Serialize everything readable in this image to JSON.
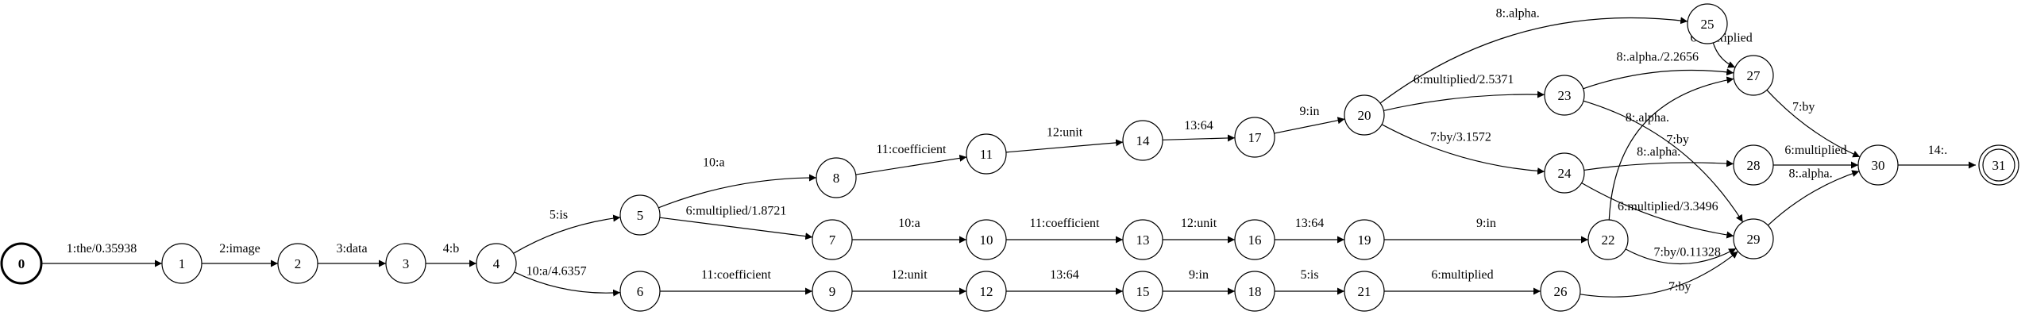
{
  "diagram": {
    "type": "lattice",
    "start_state": "0",
    "final_states": [
      "31"
    ],
    "states": [
      "0",
      "1",
      "2",
      "3",
      "4",
      "5",
      "6",
      "7",
      "8",
      "9",
      "10",
      "11",
      "12",
      "13",
      "14",
      "15",
      "16",
      "17",
      "18",
      "19",
      "20",
      "21",
      "22",
      "23",
      "24",
      "25",
      "26",
      "27",
      "28",
      "29",
      "30",
      "31"
    ],
    "transitions": [
      {
        "from": "0",
        "to": "1",
        "label": "1:the/0.35938"
      },
      {
        "from": "1",
        "to": "2",
        "label": "2:image"
      },
      {
        "from": "2",
        "to": "3",
        "label": "3:data"
      },
      {
        "from": "3",
        "to": "4",
        "label": "4:b"
      },
      {
        "from": "4",
        "to": "5",
        "label": "5:is"
      },
      {
        "from": "4",
        "to": "6",
        "label": "10:a/4.6357"
      },
      {
        "from": "5",
        "to": "8",
        "label": "10:a"
      },
      {
        "from": "5",
        "to": "7",
        "label": "6:multiplied/1.8721"
      },
      {
        "from": "6",
        "to": "9",
        "label": "11:coefficient"
      },
      {
        "from": "8",
        "to": "11",
        "label": "11:coefficient"
      },
      {
        "from": "7",
        "to": "10",
        "label": "10:a"
      },
      {
        "from": "9",
        "to": "12",
        "label": "12:unit"
      },
      {
        "from": "11",
        "to": "14",
        "label": "12:unit"
      },
      {
        "from": "10",
        "to": "13",
        "label": "11:coefficient"
      },
      {
        "from": "12",
        "to": "15",
        "label": "13:64"
      },
      {
        "from": "14",
        "to": "17",
        "label": "13:64"
      },
      {
        "from": "13",
        "to": "16",
        "label": "12:unit"
      },
      {
        "from": "15",
        "to": "18",
        "label": "9:in"
      },
      {
        "from": "17",
        "to": "20",
        "label": "9:in"
      },
      {
        "from": "16",
        "to": "19",
        "label": "13:64"
      },
      {
        "from": "18",
        "to": "21",
        "label": "5:is"
      },
      {
        "from": "19",
        "to": "22",
        "label": "9:in"
      },
      {
        "from": "20",
        "to": "25",
        "label": "8:.alpha."
      },
      {
        "from": "20",
        "to": "23",
        "label": "6:multiplied/2.5371"
      },
      {
        "from": "20",
        "to": "24",
        "label": "7:by/3.1572"
      },
      {
        "from": "21",
        "to": "26",
        "label": "6:multiplied"
      },
      {
        "from": "22",
        "to": "27",
        "label": "8:.alpha."
      },
      {
        "from": "22",
        "to": "29",
        "label": "7:by/0.11328"
      },
      {
        "from": "23",
        "to": "27",
        "label": "8:.alpha./2.2656"
      },
      {
        "from": "23",
        "to": "29",
        "label": "7:by"
      },
      {
        "from": "24",
        "to": "28",
        "label": "8:.alpha."
      },
      {
        "from": "24",
        "to": "29",
        "label": "6:multiplied/3.3496"
      },
      {
        "from": "25",
        "to": "27",
        "label": "6:multiplied"
      },
      {
        "from": "26",
        "to": "29",
        "label": "7:by"
      },
      {
        "from": "27",
        "to": "30",
        "label": "7:by"
      },
      {
        "from": "28",
        "to": "30",
        "label": "6:multiplied"
      },
      {
        "from": "29",
        "to": "30",
        "label": "8:.alpha."
      },
      {
        "from": "30",
        "to": "31",
        "label": "14:."
      }
    ]
  }
}
